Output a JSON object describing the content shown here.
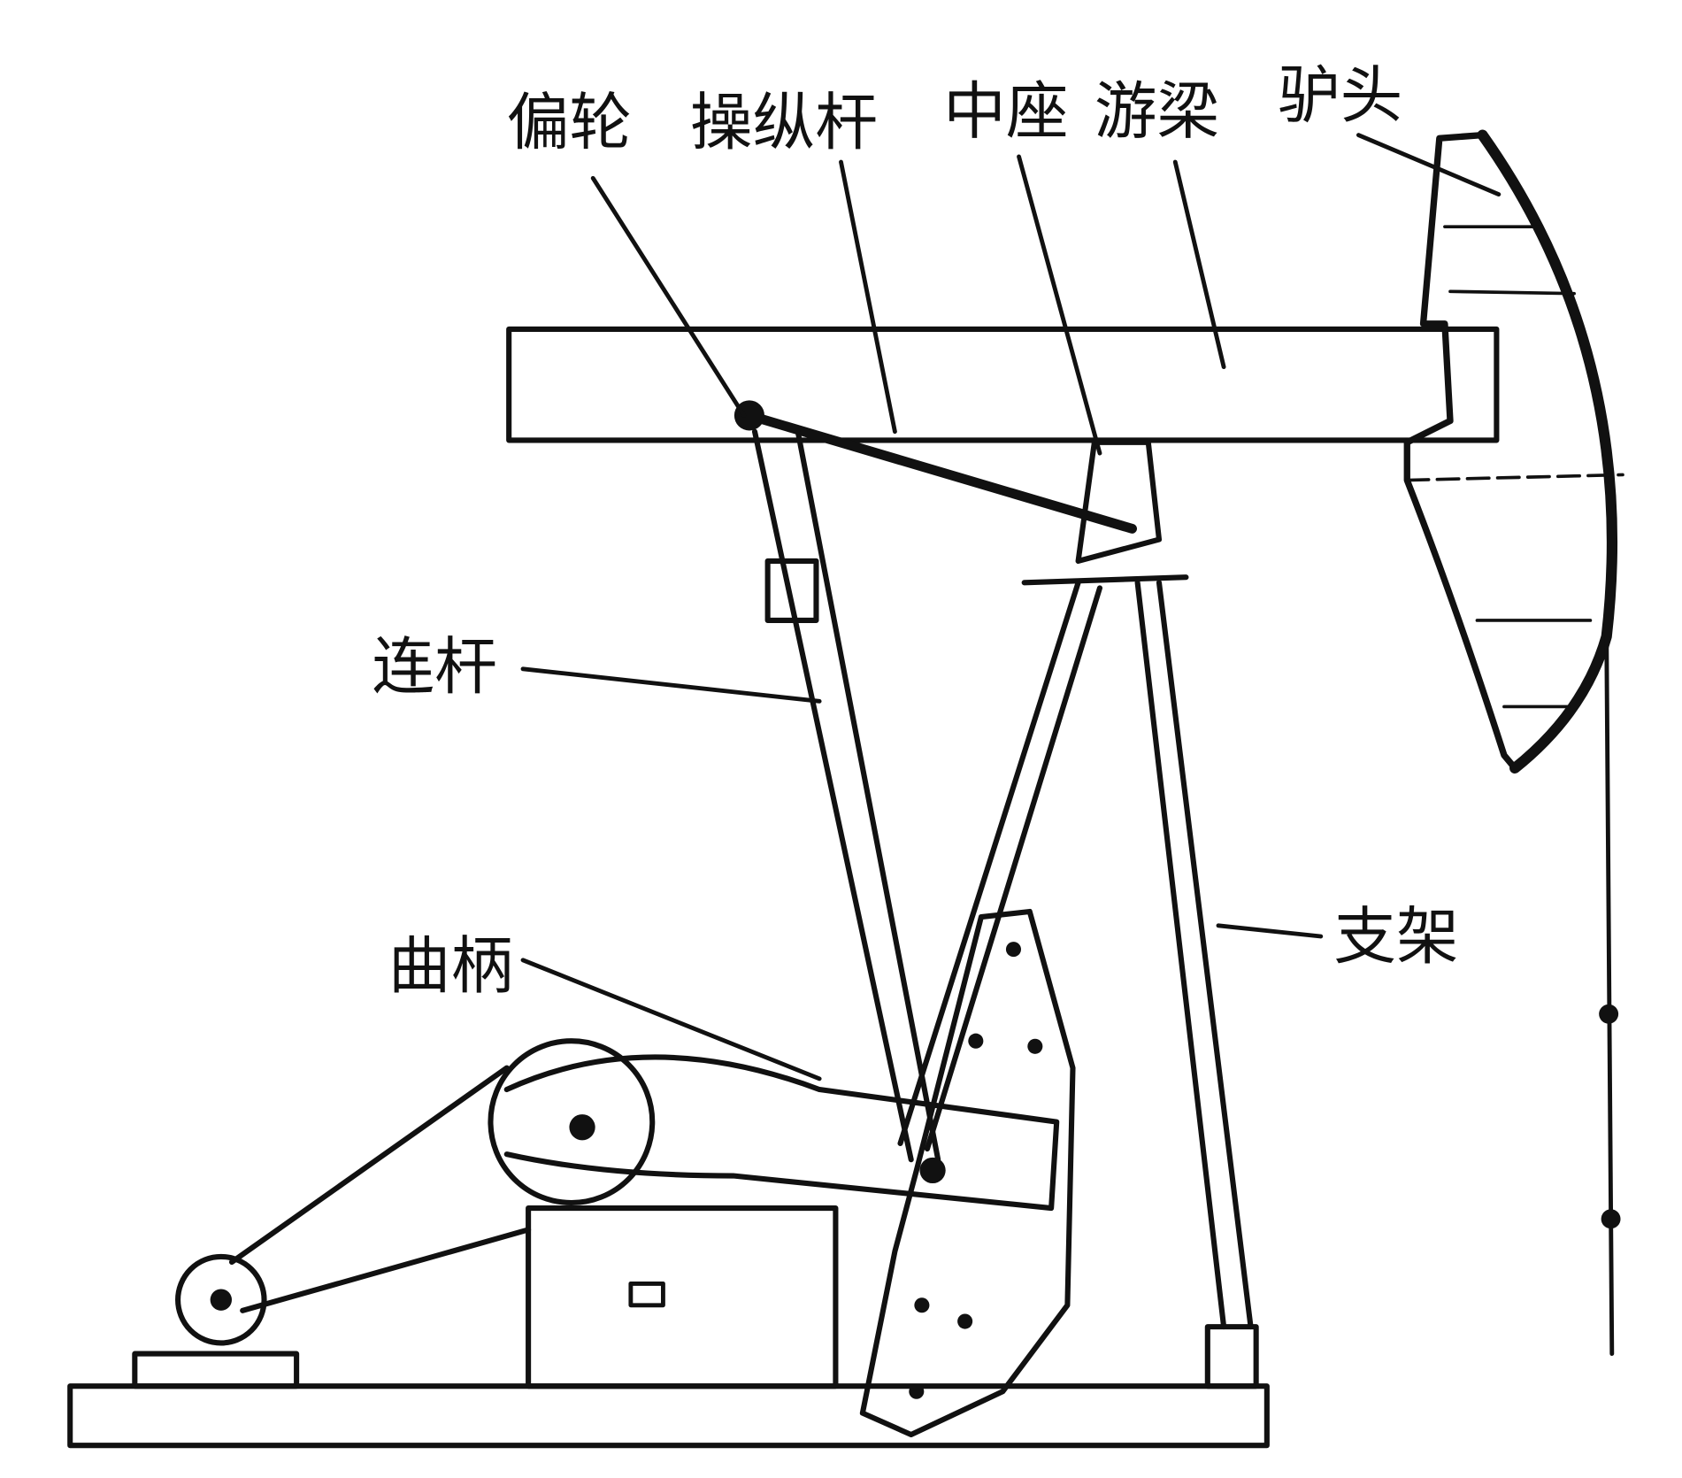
{
  "labels": {
    "eccentric": "偏轮",
    "control_lever": "操纵杆",
    "center_bearing": "中座",
    "walking_beam": "游梁",
    "horsehead": "驴头",
    "pitman": "连杆",
    "support": "支架",
    "crank": "曲柄"
  }
}
